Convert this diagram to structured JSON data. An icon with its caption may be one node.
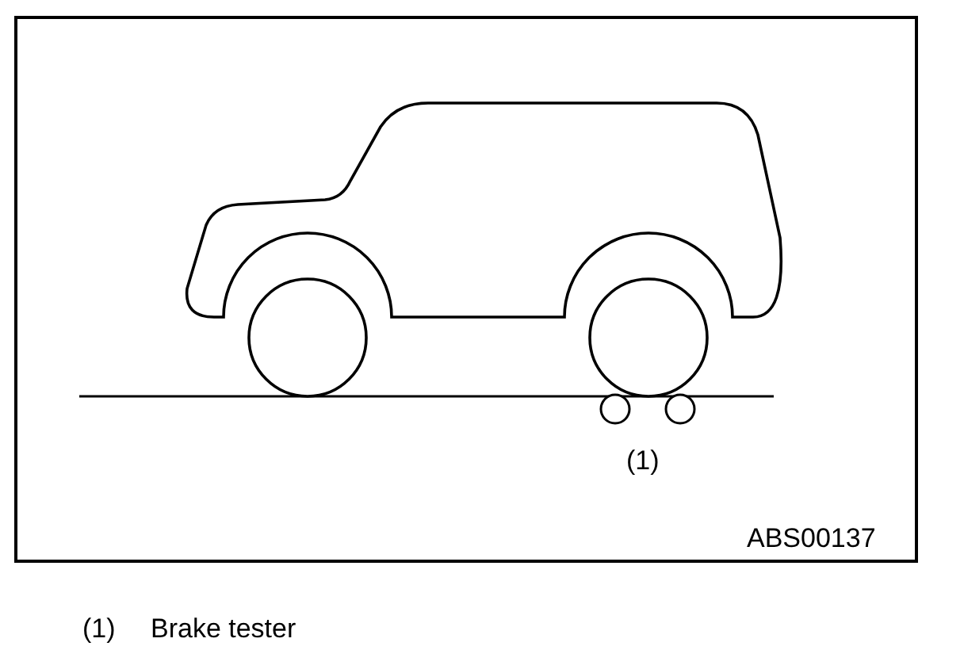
{
  "diagram": {
    "labels": [
      "(1)",
      "ABS00137",
      "(1)",
      "Brake tester"
    ]
  }
}
